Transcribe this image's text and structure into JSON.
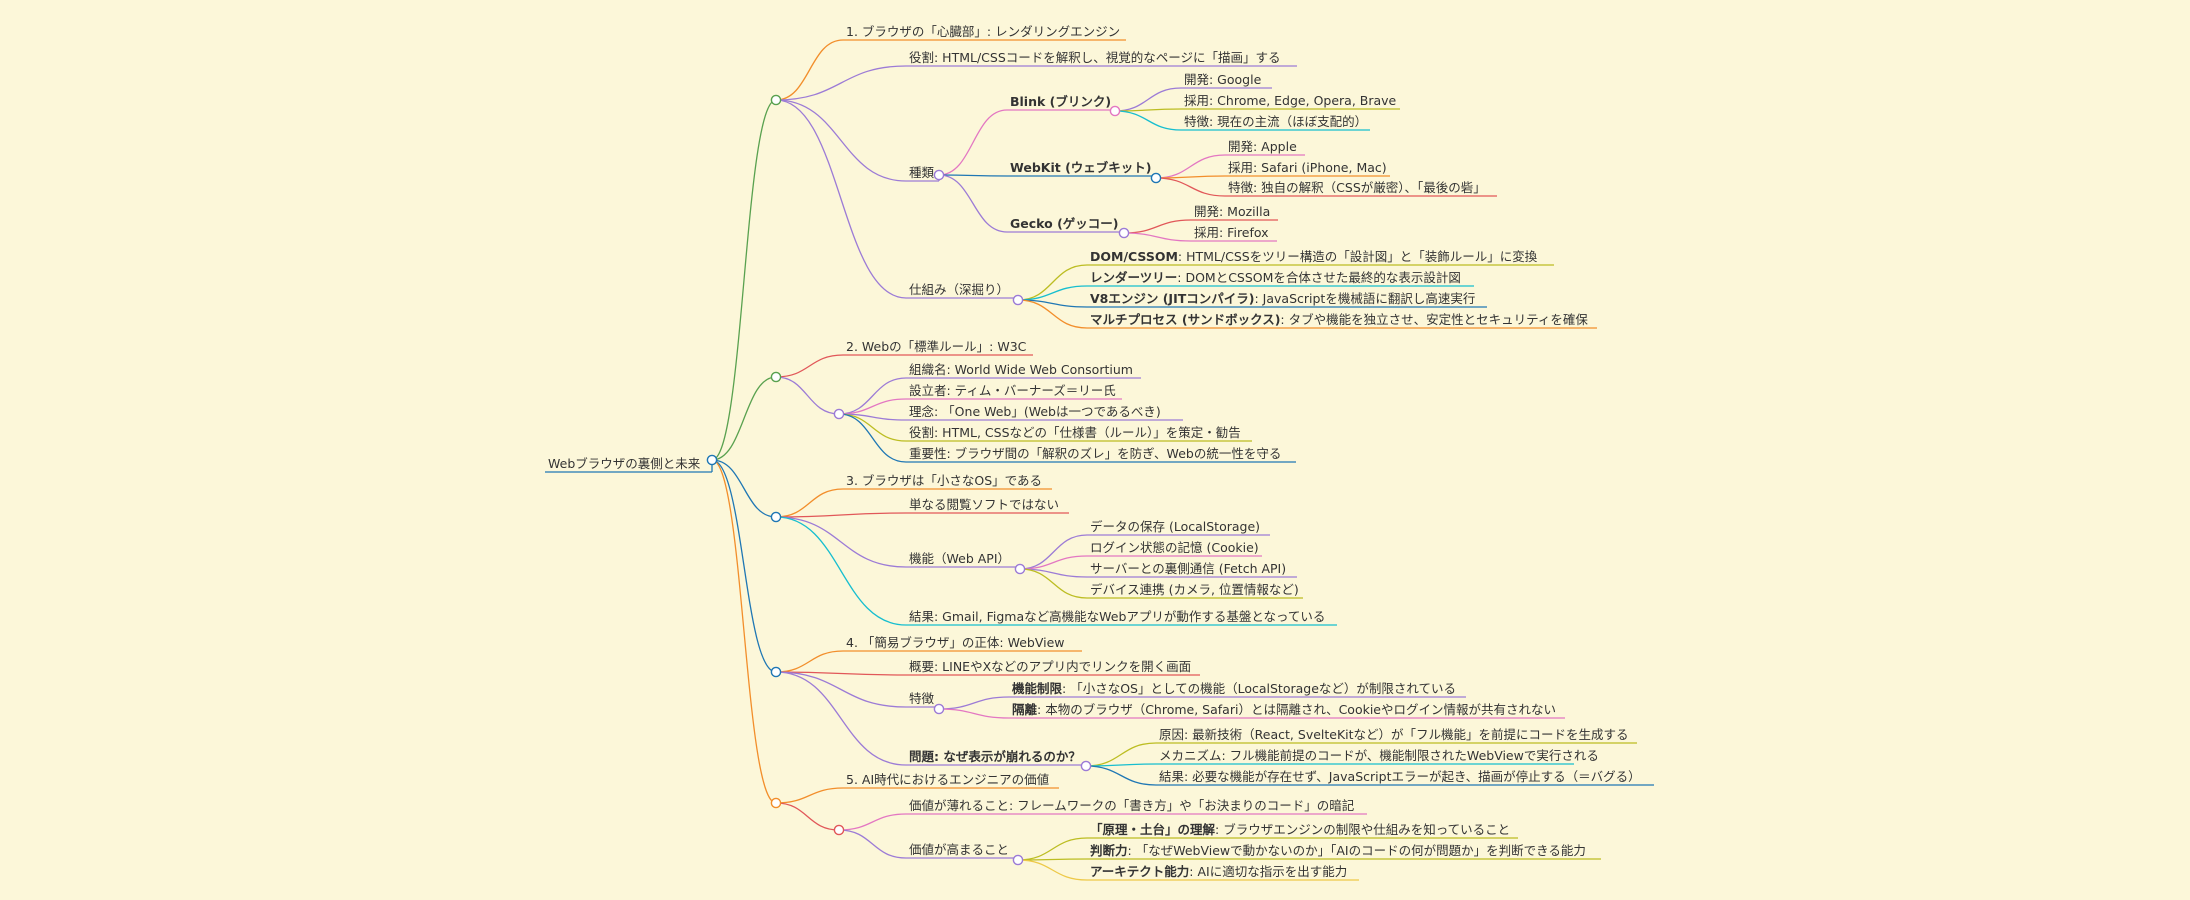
{
  "root": {
    "label": "Webブラウザの裏側と未来",
    "children": [
      {
        "label": "1. ブラウザの「心臓部」: レンダリングエンジン",
        "children": [
          {
            "label": "役割: HTML/CSSコードを解釈し、視覚的なページに「描画」する"
          },
          {
            "label": "種類",
            "children": [
              {
                "label": "Blink (ブリンク)",
                "bold": true,
                "children": [
                  {
                    "label": "開発: Google"
                  },
                  {
                    "label": "採用: Chrome, Edge, Opera, Brave"
                  },
                  {
                    "label": "特徴: 現在の主流（ほぼ支配的）"
                  }
                ]
              },
              {
                "label": "WebKit (ウェブキット)",
                "bold": true,
                "children": [
                  {
                    "label": "開発: Apple"
                  },
                  {
                    "label": "採用: Safari (iPhone, Mac)"
                  },
                  {
                    "label": "特徴: 独自の解釈（CSSが厳密）、「最後の砦」"
                  }
                ]
              },
              {
                "label": "Gecko (ゲッコー)",
                "bold": true,
                "children": [
                  {
                    "label": "開発: Mozilla"
                  },
                  {
                    "label": "採用: Firefox"
                  }
                ]
              }
            ]
          },
          {
            "label": "仕組み（深掘り）",
            "children": [
              {
                "label": "DOM/CSSOM",
                "bold": true,
                "rest": ": HTML/CSSをツリー構造の「設計図」と「装飾ルール」に変換"
              },
              {
                "label": "レンダーツリー",
                "bold": true,
                "rest": ": DOMとCSSOMを合体させた最終的な表示設計図"
              },
              {
                "label": "V8エンジン (JITコンパイラ)",
                "bold": true,
                "rest": ": JavaScriptを機械語に翻訳し高速実行"
              },
              {
                "label": "マルチプロセス (サンドボックス)",
                "bold": true,
                "rest": ": タブや機能を独立させ、安定性とセキュリティを確保"
              }
            ]
          }
        ]
      },
      {
        "label": "2. Webの「標準ルール」: W3C",
        "children": [
          {
            "label": "",
            "children": [
              {
                "label": "組織名: World Wide Web Consortium"
              },
              {
                "label": "設立者: ティム・バーナーズ＝リー氏"
              },
              {
                "label": "理念: 「One Web」(Webは一つであるべき)"
              },
              {
                "label": "役割: HTML, CSSなどの「仕様書（ルール）」を策定・勧告"
              },
              {
                "label": "重要性: ブラウザ間の「解釈のズレ」を防ぎ、Webの統一性を守る"
              }
            ]
          }
        ]
      },
      {
        "label": "3. ブラウザは「小さなOS」である",
        "children": [
          {
            "label": "単なる閲覧ソフトではない"
          },
          {
            "label": "機能（Web API）",
            "children": [
              {
                "label": "データの保存 (LocalStorage)"
              },
              {
                "label": "ログイン状態の記憶 (Cookie)"
              },
              {
                "label": "サーバーとの裏側通信 (Fetch API)"
              },
              {
                "label": "デバイス連携 (カメラ, 位置情報など)"
              }
            ]
          },
          {
            "label": "結果: Gmail, Figmaなど高機能なWebアプリが動作する基盤となっている"
          }
        ]
      },
      {
        "label": "4. 「簡易ブラウザ」の正体: WebView",
        "children": [
          {
            "label": "概要: LINEやXなどのアプリ内でリンクを開く画面"
          },
          {
            "label": "特徴",
            "children": [
              {
                "label": "機能制限",
                "bold": true,
                "rest": ": 「小さなOS」としての機能（LocalStorageなど）が制限されている"
              },
              {
                "label": "隔離",
                "bold": true,
                "rest": ": 本物のブラウザ（Chrome, Safari）とは隔離され、Cookieやログイン情報が共有されない"
              }
            ]
          },
          {
            "label": "問題: なぜ表示が崩れるのか？",
            "bold": true,
            "children": [
              {
                "label": "原因: 最新技術（React, SvelteKitなど）が「フル機能」を前提にコードを生成する"
              },
              {
                "label": "メカニズム: フル機能前提のコードが、機能制限されたWebViewで実行される"
              },
              {
                "label": "結果: 必要な機能が存在せず、JavaScriptエラーが起き、描画が停止する（＝バグる）"
              }
            ]
          }
        ]
      },
      {
        "label": "5. AI時代におけるエンジニアの価値",
        "children": [
          {
            "label": "",
            "children": [
              {
                "label": "価値が薄れること: フレームワークの「書き方」や「お決まりのコード」の暗記"
              },
              {
                "label": "価値が高まること",
                "children": [
                  {
                    "label": "「原理・土台」の理解",
                    "bold": true,
                    "rest": ": ブラウザエンジンの制限や仕組みを知っていること"
                  },
                  {
                    "label": "判断力",
                    "bold": true,
                    "rest": ": 「なぜWebViewで動かないのか」「AIのコードの何が問題か」を判断できる能力"
                  },
                  {
                    "label": "アーキテクト能力",
                    "bold": true,
                    "rest": ": AIに適切な指示を出す能力"
                  }
                ]
              }
            ]
          }
        ]
      }
    ]
  },
  "colors": {
    "orange": "#f28e2b",
    "red": "#e15759",
    "green": "#59a14f",
    "blue": "#1f77b4",
    "purple": "#9c7bd6",
    "pink": "#e377c2",
    "olive": "#bcbd22",
    "cyan": "#17becf",
    "amber": "#edc948"
  }
}
